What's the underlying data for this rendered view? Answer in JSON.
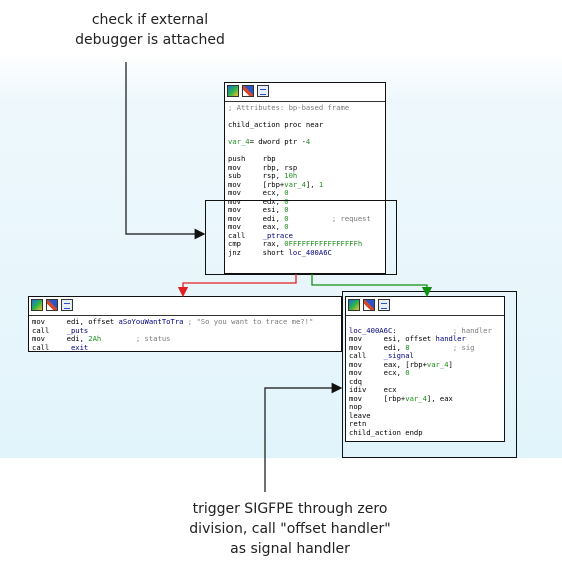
{
  "annotations": {
    "top": "check if external\ndebugger is attached",
    "bottom": "trigger SIGFPE through zero\ndivision, call \"offset handler\"\nas signal handler"
  },
  "main_block": {
    "lines": [
      "; Attributes: bp-based frame",
      "",
      "child_action proc near",
      "",
      "var_4= dword ptr -4",
      "",
      "push    rbp",
      "mov     rbp, rsp",
      "sub     rsp, 10h",
      "mov     [rbp+var_4], 1",
      "mov     ecx, 0",
      "mov     edx, 0",
      "mov     esi, 0",
      "mov     edi, 0          ; request",
      "mov     eax, 0",
      "call    _ptrace",
      "cmp     rax, 0FFFFFFFFFFFFFFFFh",
      "jnz     short loc_400A6C"
    ]
  },
  "left_block": {
    "lines": [
      "mov     edi, offset aSoYouWantToTra ; \"So you want to trace me?!\"",
      "call    _puts",
      "mov     edi, 2Ah        ; status",
      "call    _exit"
    ]
  },
  "right_block": {
    "lines": [
      "",
      "loc_400A6C:             ; handler",
      "mov     esi, offset handler",
      "mov     edi, 8          ; sig",
      "call    _signal",
      "mov     eax, [rbp+var_4]",
      "mov     ecx, 0",
      "cdq",
      "idiv    ecx",
      "mov     [rbp+var_4], eax",
      "nop",
      "leave",
      "retn",
      "child_action endp"
    ]
  },
  "colors": {
    "edge_false": "#e02020",
    "edge_true": "#109010",
    "pointer": "#111111",
    "background": "#e2f4fb"
  }
}
